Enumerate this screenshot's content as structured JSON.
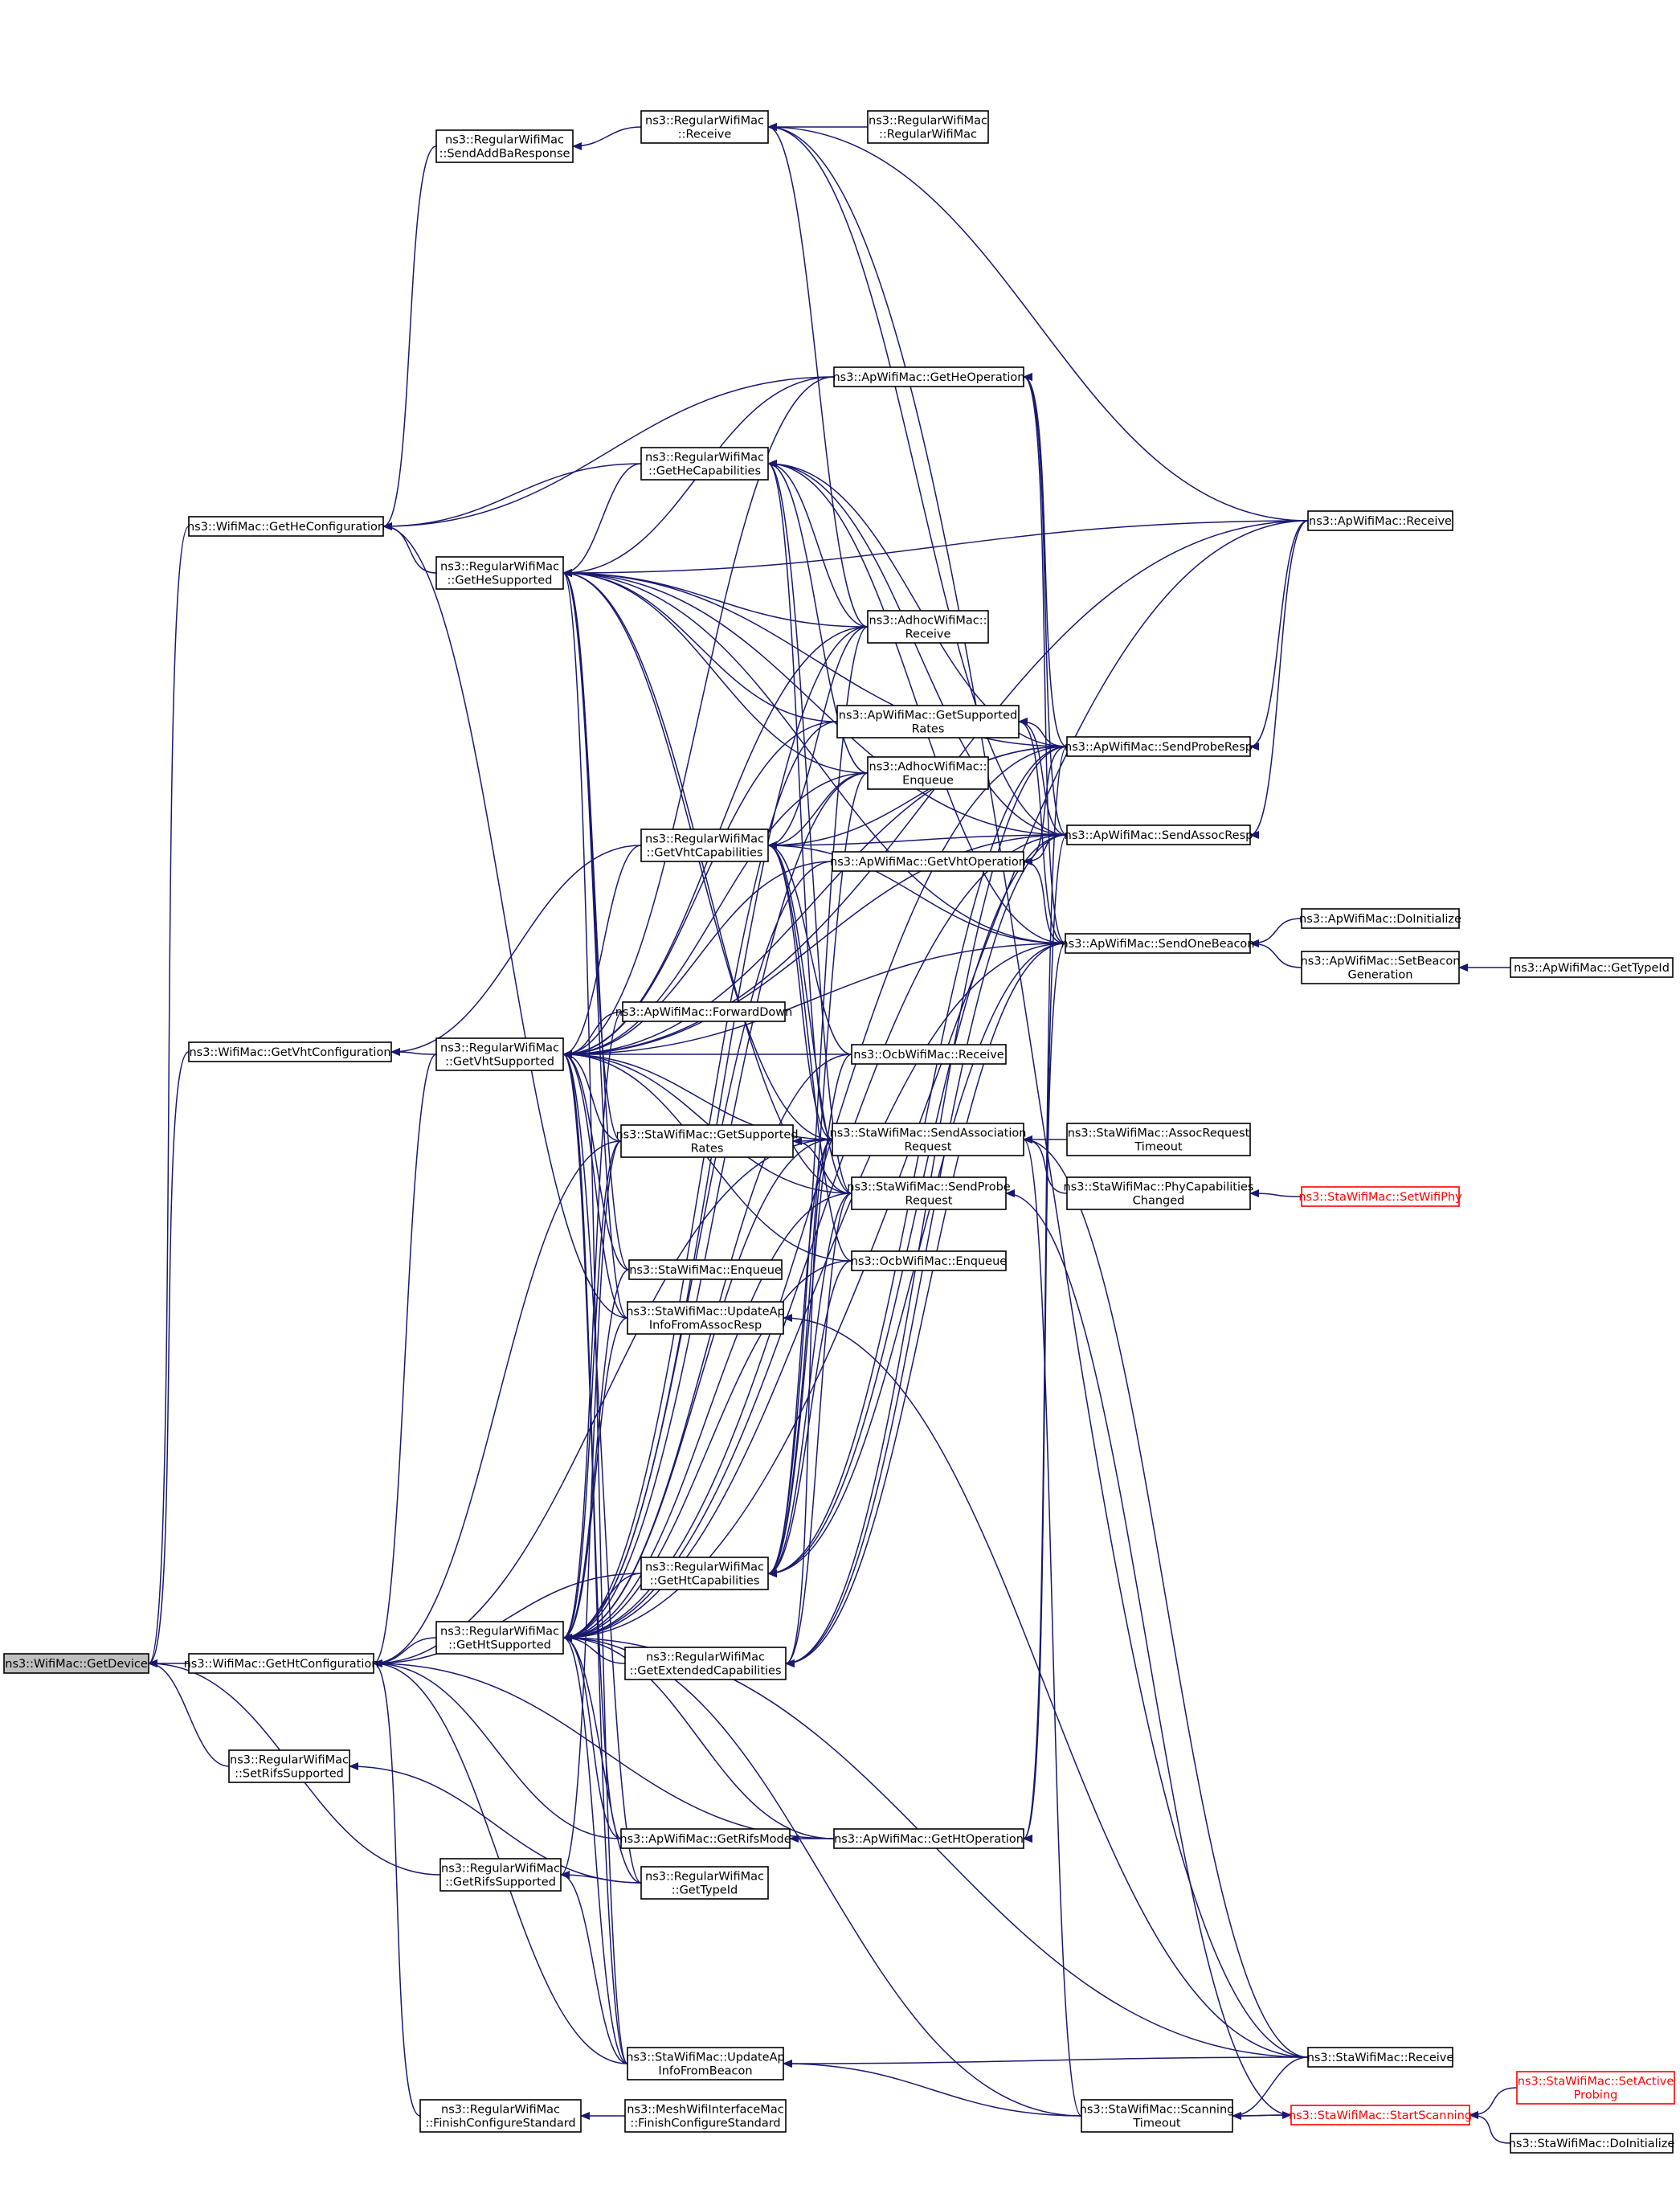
{
  "colors": {
    "edge": "#191970",
    "node_border": "#000000",
    "root_fill": "#bfbfbf",
    "truncated_border": "#ff0000"
  },
  "nodes": [
    {
      "id": "getDevice",
      "lines": [
        "ns3::WifiMac::GetDevice"
      ],
      "root": true
    },
    {
      "id": "getHtConfiguration",
      "lines": [
        "ns3::WifiMac::GetHtConfiguration"
      ]
    },
    {
      "id": "getVhtConfiguration",
      "lines": [
        "ns3::WifiMac::GetVhtConfiguration"
      ]
    },
    {
      "id": "getHeConfiguration",
      "lines": [
        "ns3::WifiMac::GetHeConfiguration"
      ]
    },
    {
      "id": "setRifsSupported",
      "lines": [
        "ns3::RegularWifiMac",
        "::SetRifsSupported"
      ]
    },
    {
      "id": "getRifsSupported",
      "lines": [
        "ns3::RegularWifiMac",
        "::GetRifsSupported"
      ]
    },
    {
      "id": "regFinishConfigureStandard",
      "lines": [
        "ns3::RegularWifiMac",
        "::FinishConfigureStandard"
      ]
    },
    {
      "id": "sendAddBaResponse",
      "lines": [
        "ns3::RegularWifiMac",
        "::SendAddBaResponse"
      ]
    },
    {
      "id": "getHeSupported",
      "lines": [
        "ns3::RegularWifiMac",
        "::GetHeSupported"
      ]
    },
    {
      "id": "getVhtSupported",
      "lines": [
        "ns3::RegularWifiMac",
        "::GetVhtSupported"
      ]
    },
    {
      "id": "getHtSupported",
      "lines": [
        "ns3::RegularWifiMac",
        "::GetHtSupported"
      ]
    },
    {
      "id": "regReceive",
      "lines": [
        "ns3::RegularWifiMac",
        "::Receive"
      ]
    },
    {
      "id": "getHeCapabilities",
      "lines": [
        "ns3::RegularWifiMac",
        "::GetHeCapabilities"
      ]
    },
    {
      "id": "getVhtCapabilities",
      "lines": [
        "ns3::RegularWifiMac",
        "::GetVhtCapabilities"
      ]
    },
    {
      "id": "apForwardDown",
      "lines": [
        "ns3::ApWifiMac::ForwardDown"
      ]
    },
    {
      "id": "staGetSupportedRates",
      "lines": [
        "ns3::StaWifiMac::GetSupported",
        "Rates"
      ]
    },
    {
      "id": "staEnqueue",
      "lines": [
        "ns3::StaWifiMac::Enqueue"
      ]
    },
    {
      "id": "updateApInfoFromAssocResp",
      "lines": [
        "ns3::StaWifiMac::UpdateAp",
        "InfoFromAssocResp"
      ]
    },
    {
      "id": "getHtCapabilities",
      "lines": [
        "ns3::RegularWifiMac",
        "::GetHtCapabilities"
      ]
    },
    {
      "id": "getExtendedCapabilities",
      "lines": [
        "ns3::RegularWifiMac",
        "::GetExtendedCapabilities"
      ]
    },
    {
      "id": "apGetRifsMode",
      "lines": [
        "ns3::ApWifiMac::GetRifsMode"
      ]
    },
    {
      "id": "regGetTypeId",
      "lines": [
        "ns3::RegularWifiMac",
        "::GetTypeId"
      ]
    },
    {
      "id": "updateApInfoFromBeacon",
      "lines": [
        "ns3::StaWifiMac::UpdateAp",
        "InfoFromBeacon"
      ]
    },
    {
      "id": "meshFinishConfigureStandard",
      "lines": [
        "ns3::MeshWifiInterfaceMac",
        "::FinishConfigureStandard"
      ]
    },
    {
      "id": "regularWifiMacCtor",
      "lines": [
        "ns3::RegularWifiMac",
        "::RegularWifiMac"
      ]
    },
    {
      "id": "apGetHeOperation",
      "lines": [
        "ns3::ApWifiMac::GetHeOperation"
      ]
    },
    {
      "id": "adhocReceive",
      "lines": [
        "ns3::AdhocWifiMac::",
        "Receive"
      ]
    },
    {
      "id": "apGetSupportedRates",
      "lines": [
        "ns3::ApWifiMac::GetSupported",
        "Rates"
      ]
    },
    {
      "id": "adhocEnqueue",
      "lines": [
        "ns3::AdhocWifiMac::",
        "Enqueue"
      ]
    },
    {
      "id": "apGetVhtOperation",
      "lines": [
        "ns3::ApWifiMac::GetVhtOperation"
      ]
    },
    {
      "id": "ocbReceive",
      "lines": [
        "ns3::OcbWifiMac::Receive"
      ]
    },
    {
      "id": "sendAssociationRequest",
      "lines": [
        "ns3::StaWifiMac::SendAssociation",
        "Request"
      ]
    },
    {
      "id": "sendProbeRequest",
      "lines": [
        "ns3::StaWifiMac::SendProbe",
        "Request"
      ]
    },
    {
      "id": "ocbEnqueue",
      "lines": [
        "ns3::OcbWifiMac::Enqueue"
      ]
    },
    {
      "id": "apGetHtOperation",
      "lines": [
        "ns3::ApWifiMac::GetHtOperation"
      ]
    },
    {
      "id": "apReceive",
      "lines": [
        "ns3::ApWifiMac::Receive"
      ]
    },
    {
      "id": "sendProbeResp",
      "lines": [
        "ns3::ApWifiMac::SendProbeResp"
      ]
    },
    {
      "id": "sendAssocResp",
      "lines": [
        "ns3::ApWifiMac::SendAssocResp"
      ]
    },
    {
      "id": "sendOneBeacon",
      "lines": [
        "ns3::ApWifiMac::SendOneBeacon"
      ]
    },
    {
      "id": "assocRequestTimeout",
      "lines": [
        "ns3::StaWifiMac::AssocRequest",
        "Timeout"
      ]
    },
    {
      "id": "phyCapabilitiesChanged",
      "lines": [
        "ns3::StaWifiMac::PhyCapabilities",
        "Changed"
      ]
    },
    {
      "id": "staReceive",
      "lines": [
        "ns3::StaWifiMac::Receive"
      ]
    },
    {
      "id": "scanningTimeout",
      "lines": [
        "ns3::StaWifiMac::Scanning",
        "Timeout"
      ]
    },
    {
      "id": "apDoInitialize",
      "lines": [
        "ns3::ApWifiMac::DoInitialize"
      ]
    },
    {
      "id": "setBeaconGeneration",
      "lines": [
        "ns3::ApWifiMac::SetBeacon",
        "Generation"
      ]
    },
    {
      "id": "setWifiPhy",
      "lines": [
        "ns3::StaWifiMac::SetWifiPhy"
      ],
      "truncated": true
    },
    {
      "id": "startScanning",
      "lines": [
        "ns3::StaWifiMac::StartScanning"
      ],
      "truncated": true
    },
    {
      "id": "apGetTypeId",
      "lines": [
        "ns3::ApWifiMac::GetTypeId"
      ]
    },
    {
      "id": "setActiveProbing",
      "lines": [
        "ns3::StaWifiMac::SetActive",
        "Probing"
      ],
      "truncated": true
    },
    {
      "id": "staDoInitialize",
      "lines": [
        "ns3::StaWifiMac::DoInitialize"
      ]
    }
  ],
  "edges": [
    [
      "getDevice",
      "getHtConfiguration"
    ],
    [
      "getDevice",
      "getVhtConfiguration"
    ],
    [
      "getDevice",
      "getHeConfiguration"
    ],
    [
      "getDevice",
      "setRifsSupported"
    ],
    [
      "getDevice",
      "getRifsSupported"
    ],
    [
      "getHtConfiguration",
      "getHtSupported"
    ],
    [
      "getHtConfiguration",
      "getVhtSupported"
    ],
    [
      "getHtConfiguration",
      "getHtCapabilities"
    ],
    [
      "getHtConfiguration",
      "apGetRifsMode"
    ],
    [
      "getHtConfiguration",
      "updateApInfoFromBeacon"
    ],
    [
      "getHtConfiguration",
      "regFinishConfigureStandard"
    ],
    [
      "getHtConfiguration",
      "staGetSupportedRates"
    ],
    [
      "getHtConfiguration",
      "apGetHtOperation"
    ],
    [
      "getHtConfiguration",
      "sendAssociationRequest"
    ],
    [
      "getVhtConfiguration",
      "getVhtSupported"
    ],
    [
      "getVhtConfiguration",
      "getVhtCapabilities"
    ],
    [
      "getHeConfiguration",
      "getHeSupported"
    ],
    [
      "getHeConfiguration",
      "getHeCapabilities"
    ],
    [
      "getHeConfiguration",
      "sendAddBaResponse"
    ],
    [
      "getHeConfiguration",
      "apGetHeOperation"
    ],
    [
      "getHeConfiguration",
      "updateApInfoFromAssocResp"
    ],
    [
      "setRifsSupported",
      "regGetTypeId"
    ],
    [
      "getRifsSupported",
      "regGetTypeId"
    ],
    [
      "getRifsSupported",
      "updateApInfoFromBeacon"
    ],
    [
      "getRifsSupported",
      "staGetSupportedRates"
    ],
    [
      "regFinishConfigureStandard",
      "meshFinishConfigureStandard"
    ],
    [
      "sendAddBaResponse",
      "regReceive"
    ],
    [
      "regReceive",
      "regularWifiMacCtor"
    ],
    [
      "regReceive",
      "apReceive"
    ],
    [
      "regReceive",
      "adhocReceive"
    ],
    [
      "regReceive",
      "staReceive"
    ],
    [
      "regReceive",
      "sendAssocResp"
    ],
    [
      "getHeSupported",
      "getHeCapabilities"
    ],
    [
      "getHeSupported",
      "apGetHeOperation"
    ],
    [
      "getHeSupported",
      "adhocReceive"
    ],
    [
      "getHeSupported",
      "adhocEnqueue"
    ],
    [
      "getHeSupported",
      "apGetSupportedRates"
    ],
    [
      "getHeSupported",
      "sendProbeResp"
    ],
    [
      "getHeSupported",
      "sendAssocResp"
    ],
    [
      "getHeSupported",
      "sendOneBeacon"
    ],
    [
      "getHeSupported",
      "apReceive"
    ],
    [
      "getHeSupported",
      "staGetSupportedRates"
    ],
    [
      "getHeSupported",
      "sendAssociationRequest"
    ],
    [
      "getHeSupported",
      "sendProbeRequest"
    ],
    [
      "getHeSupported",
      "updateApInfoFromAssocResp"
    ],
    [
      "getHeSupported",
      "updateApInfoFromBeacon"
    ],
    [
      "getHeSupported",
      "staEnqueue"
    ],
    [
      "getVhtSupported",
      "getVhtCapabilities"
    ],
    [
      "getVhtSupported",
      "apForwardDown"
    ],
    [
      "getVhtSupported",
      "ocbReceive"
    ],
    [
      "getVhtSupported",
      "staGetSupportedRates"
    ],
    [
      "getVhtSupported",
      "sendAssociationRequest"
    ],
    [
      "getVhtSupported",
      "sendProbeRequest"
    ],
    [
      "getVhtSupported",
      "ocbEnqueue"
    ],
    [
      "getVhtSupported",
      "staEnqueue"
    ],
    [
      "getVhtSupported",
      "updateApInfoFromAssocResp"
    ],
    [
      "getVhtSupported",
      "updateApInfoFromBeacon"
    ],
    [
      "getVhtSupported",
      "adhocReceive"
    ],
    [
      "getVhtSupported",
      "adhocEnqueue"
    ],
    [
      "getVhtSupported",
      "apGetSupportedRates"
    ],
    [
      "getVhtSupported",
      "apGetVhtOperation"
    ],
    [
      "getVhtSupported",
      "sendOneBeacon"
    ],
    [
      "getVhtSupported",
      "sendProbeResp"
    ],
    [
      "getVhtSupported",
      "sendAssocResp"
    ],
    [
      "getVhtSupported",
      "apGetHeOperation"
    ],
    [
      "getVhtSupported",
      "apReceive"
    ],
    [
      "getVhtSupported",
      "regGetTypeId"
    ],
    [
      "getVhtSupported",
      "apGetRifsMode"
    ],
    [
      "getHtSupported",
      "getHtCapabilities"
    ],
    [
      "getHtSupported",
      "getExtendedCapabilities"
    ],
    [
      "getHtSupported",
      "apGetRifsMode"
    ],
    [
      "getHtSupported",
      "regGetTypeId"
    ],
    [
      "getHtSupported",
      "updateApInfoFromBeacon"
    ],
    [
      "getHtSupported",
      "staEnqueue"
    ],
    [
      "getHtSupported",
      "updateApInfoFromAssocResp"
    ],
    [
      "getHtSupported",
      "staGetSupportedRates"
    ],
    [
      "getHtSupported",
      "apForwardDown"
    ],
    [
      "getHtSupported",
      "ocbEnqueue"
    ],
    [
      "getHtSupported",
      "ocbReceive"
    ],
    [
      "getHtSupported",
      "sendProbeRequest"
    ],
    [
      "getHtSupported",
      "sendAssociationRequest"
    ],
    [
      "getHtSupported",
      "adhocEnqueue"
    ],
    [
      "getHtSupported",
      "adhocReceive"
    ],
    [
      "getHtSupported",
      "apGetSupportedRates"
    ],
    [
      "getHtSupported",
      "apGetVhtOperation"
    ],
    [
      "getHtSupported",
      "apGetHtOperation"
    ],
    [
      "getHtSupported",
      "sendOneBeacon"
    ],
    [
      "getHtSupported",
      "sendAssocResp"
    ],
    [
      "getHtSupported",
      "sendProbeResp"
    ],
    [
      "getHtSupported",
      "apReceive"
    ],
    [
      "getHtSupported",
      "staReceive"
    ],
    [
      "getHtSupported",
      "scanningTimeout"
    ],
    [
      "getHeCapabilities",
      "adhocReceive"
    ],
    [
      "getHeCapabilities",
      "adhocEnqueue"
    ],
    [
      "getHeCapabilities",
      "sendProbeResp"
    ],
    [
      "getHeCapabilities",
      "sendAssocResp"
    ],
    [
      "getHeCapabilities",
      "sendOneBeacon"
    ],
    [
      "getHeCapabilities",
      "sendAssociationRequest"
    ],
    [
      "getHeCapabilities",
      "sendProbeRequest"
    ],
    [
      "getVhtCapabilities",
      "adhocReceive"
    ],
    [
      "getVhtCapabilities",
      "adhocEnqueue"
    ],
    [
      "getVhtCapabilities",
      "ocbReceive"
    ],
    [
      "getVhtCapabilities",
      "ocbEnqueue"
    ],
    [
      "getVhtCapabilities",
      "sendProbeResp"
    ],
    [
      "getVhtCapabilities",
      "sendAssocResp"
    ],
    [
      "getVhtCapabilities",
      "sendOneBeacon"
    ],
    [
      "getVhtCapabilities",
      "sendAssociationRequest"
    ],
    [
      "getVhtCapabilities",
      "sendProbeRequest"
    ],
    [
      "getHtCapabilities",
      "adhocReceive"
    ],
    [
      "getHtCapabilities",
      "adhocEnqueue"
    ],
    [
      "getHtCapabilities",
      "ocbReceive"
    ],
    [
      "getHtCapabilities",
      "ocbEnqueue"
    ],
    [
      "getHtCapabilities",
      "sendProbeResp"
    ],
    [
      "getHtCapabilities",
      "sendAssocResp"
    ],
    [
      "getHtCapabilities",
      "sendOneBeacon"
    ],
    [
      "getHtCapabilities",
      "sendAssociationRequest"
    ],
    [
      "getHtCapabilities",
      "sendProbeRequest"
    ],
    [
      "getExtendedCapabilities",
      "sendProbeResp"
    ],
    [
      "getExtendedCapabilities",
      "sendAssocResp"
    ],
    [
      "getExtendedCapabilities",
      "sendOneBeacon"
    ],
    [
      "getExtendedCapabilities",
      "sendAssociationRequest"
    ],
    [
      "getExtendedCapabilities",
      "sendProbeRequest"
    ],
    [
      "apGetRifsMode",
      "apGetHtOperation"
    ],
    [
      "apGetHtOperation",
      "sendProbeResp"
    ],
    [
      "apGetHtOperation",
      "sendAssocResp"
    ],
    [
      "apGetHtOperation",
      "sendOneBeacon"
    ],
    [
      "apGetHeOperation",
      "sendProbeResp"
    ],
    [
      "apGetHeOperation",
      "sendAssocResp"
    ],
    [
      "apGetHeOperation",
      "sendOneBeacon"
    ],
    [
      "apGetVhtOperation",
      "sendProbeResp"
    ],
    [
      "apGetVhtOperation",
      "sendAssocResp"
    ],
    [
      "apGetVhtOperation",
      "sendOneBeacon"
    ],
    [
      "apGetSupportedRates",
      "sendProbeResp"
    ],
    [
      "apGetSupportedRates",
      "sendAssocResp"
    ],
    [
      "apGetSupportedRates",
      "sendOneBeacon"
    ],
    [
      "staGetSupportedRates",
      "sendAssociationRequest"
    ],
    [
      "staGetSupportedRates",
      "sendProbeRequest"
    ],
    [
      "updateApInfoFromAssocResp",
      "staReceive"
    ],
    [
      "updateApInfoFromBeacon",
      "staReceive"
    ],
    [
      "updateApInfoFromBeacon",
      "scanningTimeout"
    ],
    [
      "sendProbeResp",
      "apReceive"
    ],
    [
      "sendAssocResp",
      "apReceive"
    ],
    [
      "sendOneBeacon",
      "apDoInitialize"
    ],
    [
      "sendOneBeacon",
      "setBeaconGeneration"
    ],
    [
      "setBeaconGeneration",
      "apGetTypeId"
    ],
    [
      "sendAssociationRequest",
      "assocRequestTimeout"
    ],
    [
      "sendAssociationRequest",
      "phyCapabilitiesChanged"
    ],
    [
      "sendAssociationRequest",
      "scanningTimeout"
    ],
    [
      "sendAssociationRequest",
      "staReceive"
    ],
    [
      "sendProbeRequest",
      "startScanning"
    ],
    [
      "phyCapabilitiesChanged",
      "setWifiPhy"
    ],
    [
      "scanningTimeout",
      "startScanning"
    ],
    [
      "scanningTimeout",
      "staReceive"
    ],
    [
      "startScanning",
      "scanningTimeout"
    ],
    [
      "startScanning",
      "setActiveProbing"
    ],
    [
      "startScanning",
      "staDoInitialize"
    ]
  ]
}
